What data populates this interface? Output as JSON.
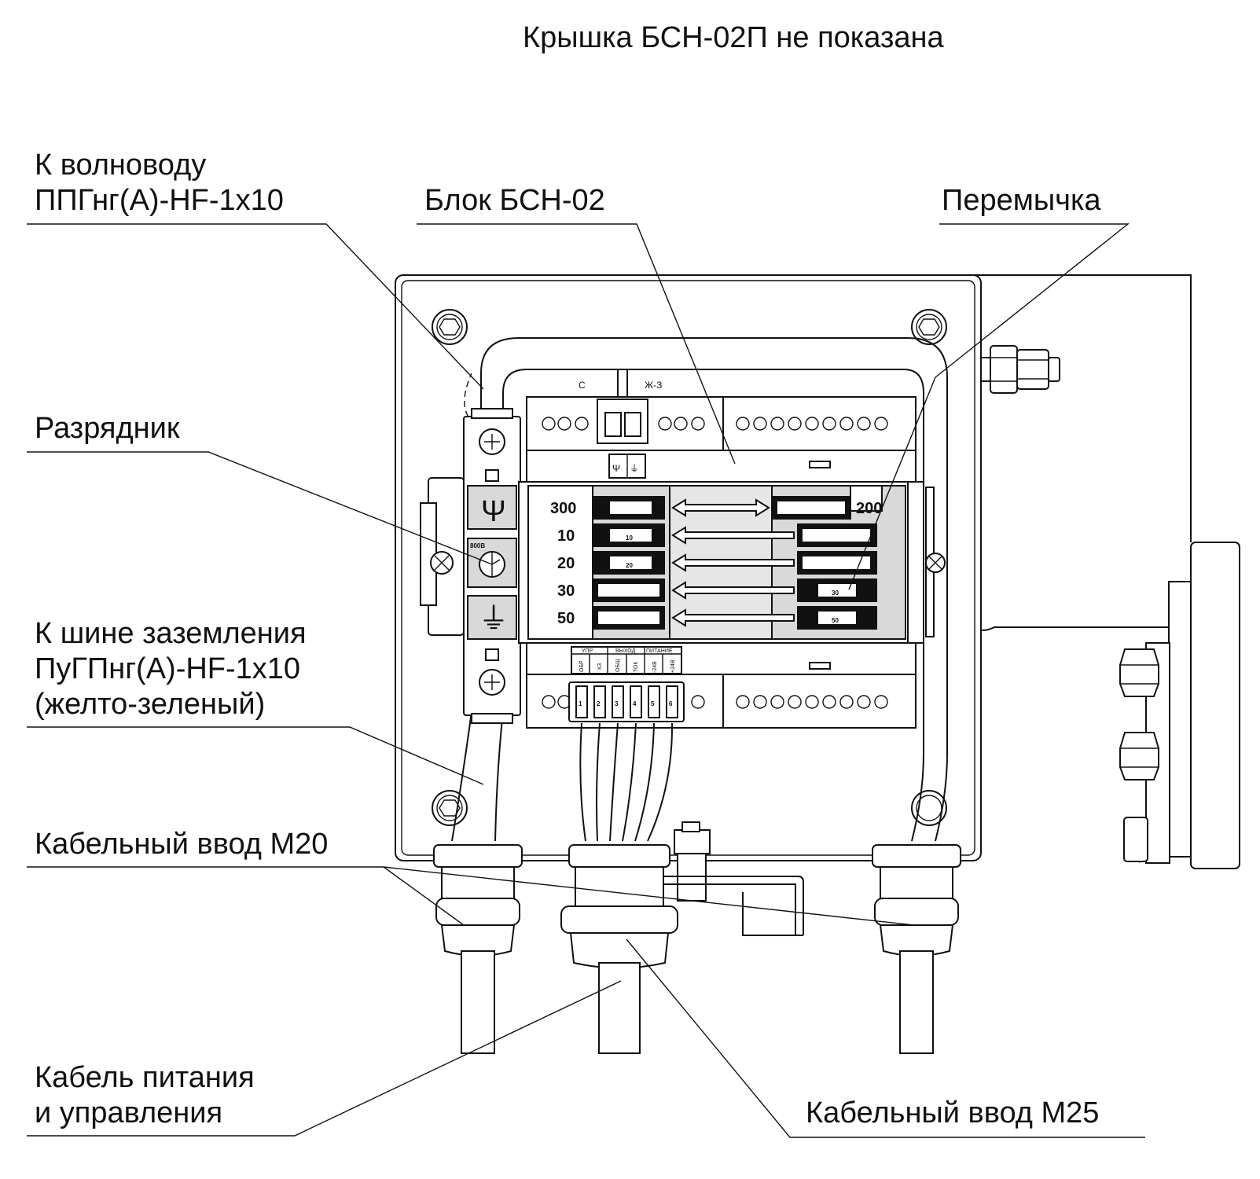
{
  "title": "Крышка БСН-02П не показана",
  "labels": {
    "waveguide_line1": "К волноводу",
    "waveguide_line2": "ППГнг(А)-HF-1х10",
    "block": "Блок БСН-02",
    "jumper": "Перемычка",
    "arrester": "Разрядник",
    "ground_line1": "К шине заземления",
    "ground_line2": "ПуГПнг(А)-HF-1х10",
    "ground_line3": "(желто-зеленый)",
    "gland_m20": "Кабельный ввод М20",
    "cable_line1": "Кабель питания",
    "cable_line2": "и управления",
    "gland_m25": "Кабельный ввод М25"
  },
  "terminal_marks": {
    "c": "С",
    "zh_z": "Ж-З",
    "antenna": "Ψ",
    "ground": "⏚",
    "voltage": "800В"
  },
  "bottom_header": {
    "upr": "УПР",
    "vyhod": "ВЫХОД",
    "pitanie": "ПИТАНИЕ",
    "obr": "ОБР",
    "kz": "КЗ",
    "obsh": "ОБЩ",
    "tok": "ТОК",
    "minus24": "-24В",
    "plus24": "+24В"
  },
  "pins": [
    "1",
    "2",
    "3",
    "4",
    "5",
    "6"
  ],
  "switch_panel": {
    "left_values": [
      "300",
      "10",
      "20",
      "30",
      "50"
    ],
    "right_value": "200",
    "left_jumpers": [
      "",
      "10",
      "20",
      "",
      ""
    ],
    "right_jumpers": [
      "",
      "",
      "",
      "30",
      "50"
    ]
  }
}
